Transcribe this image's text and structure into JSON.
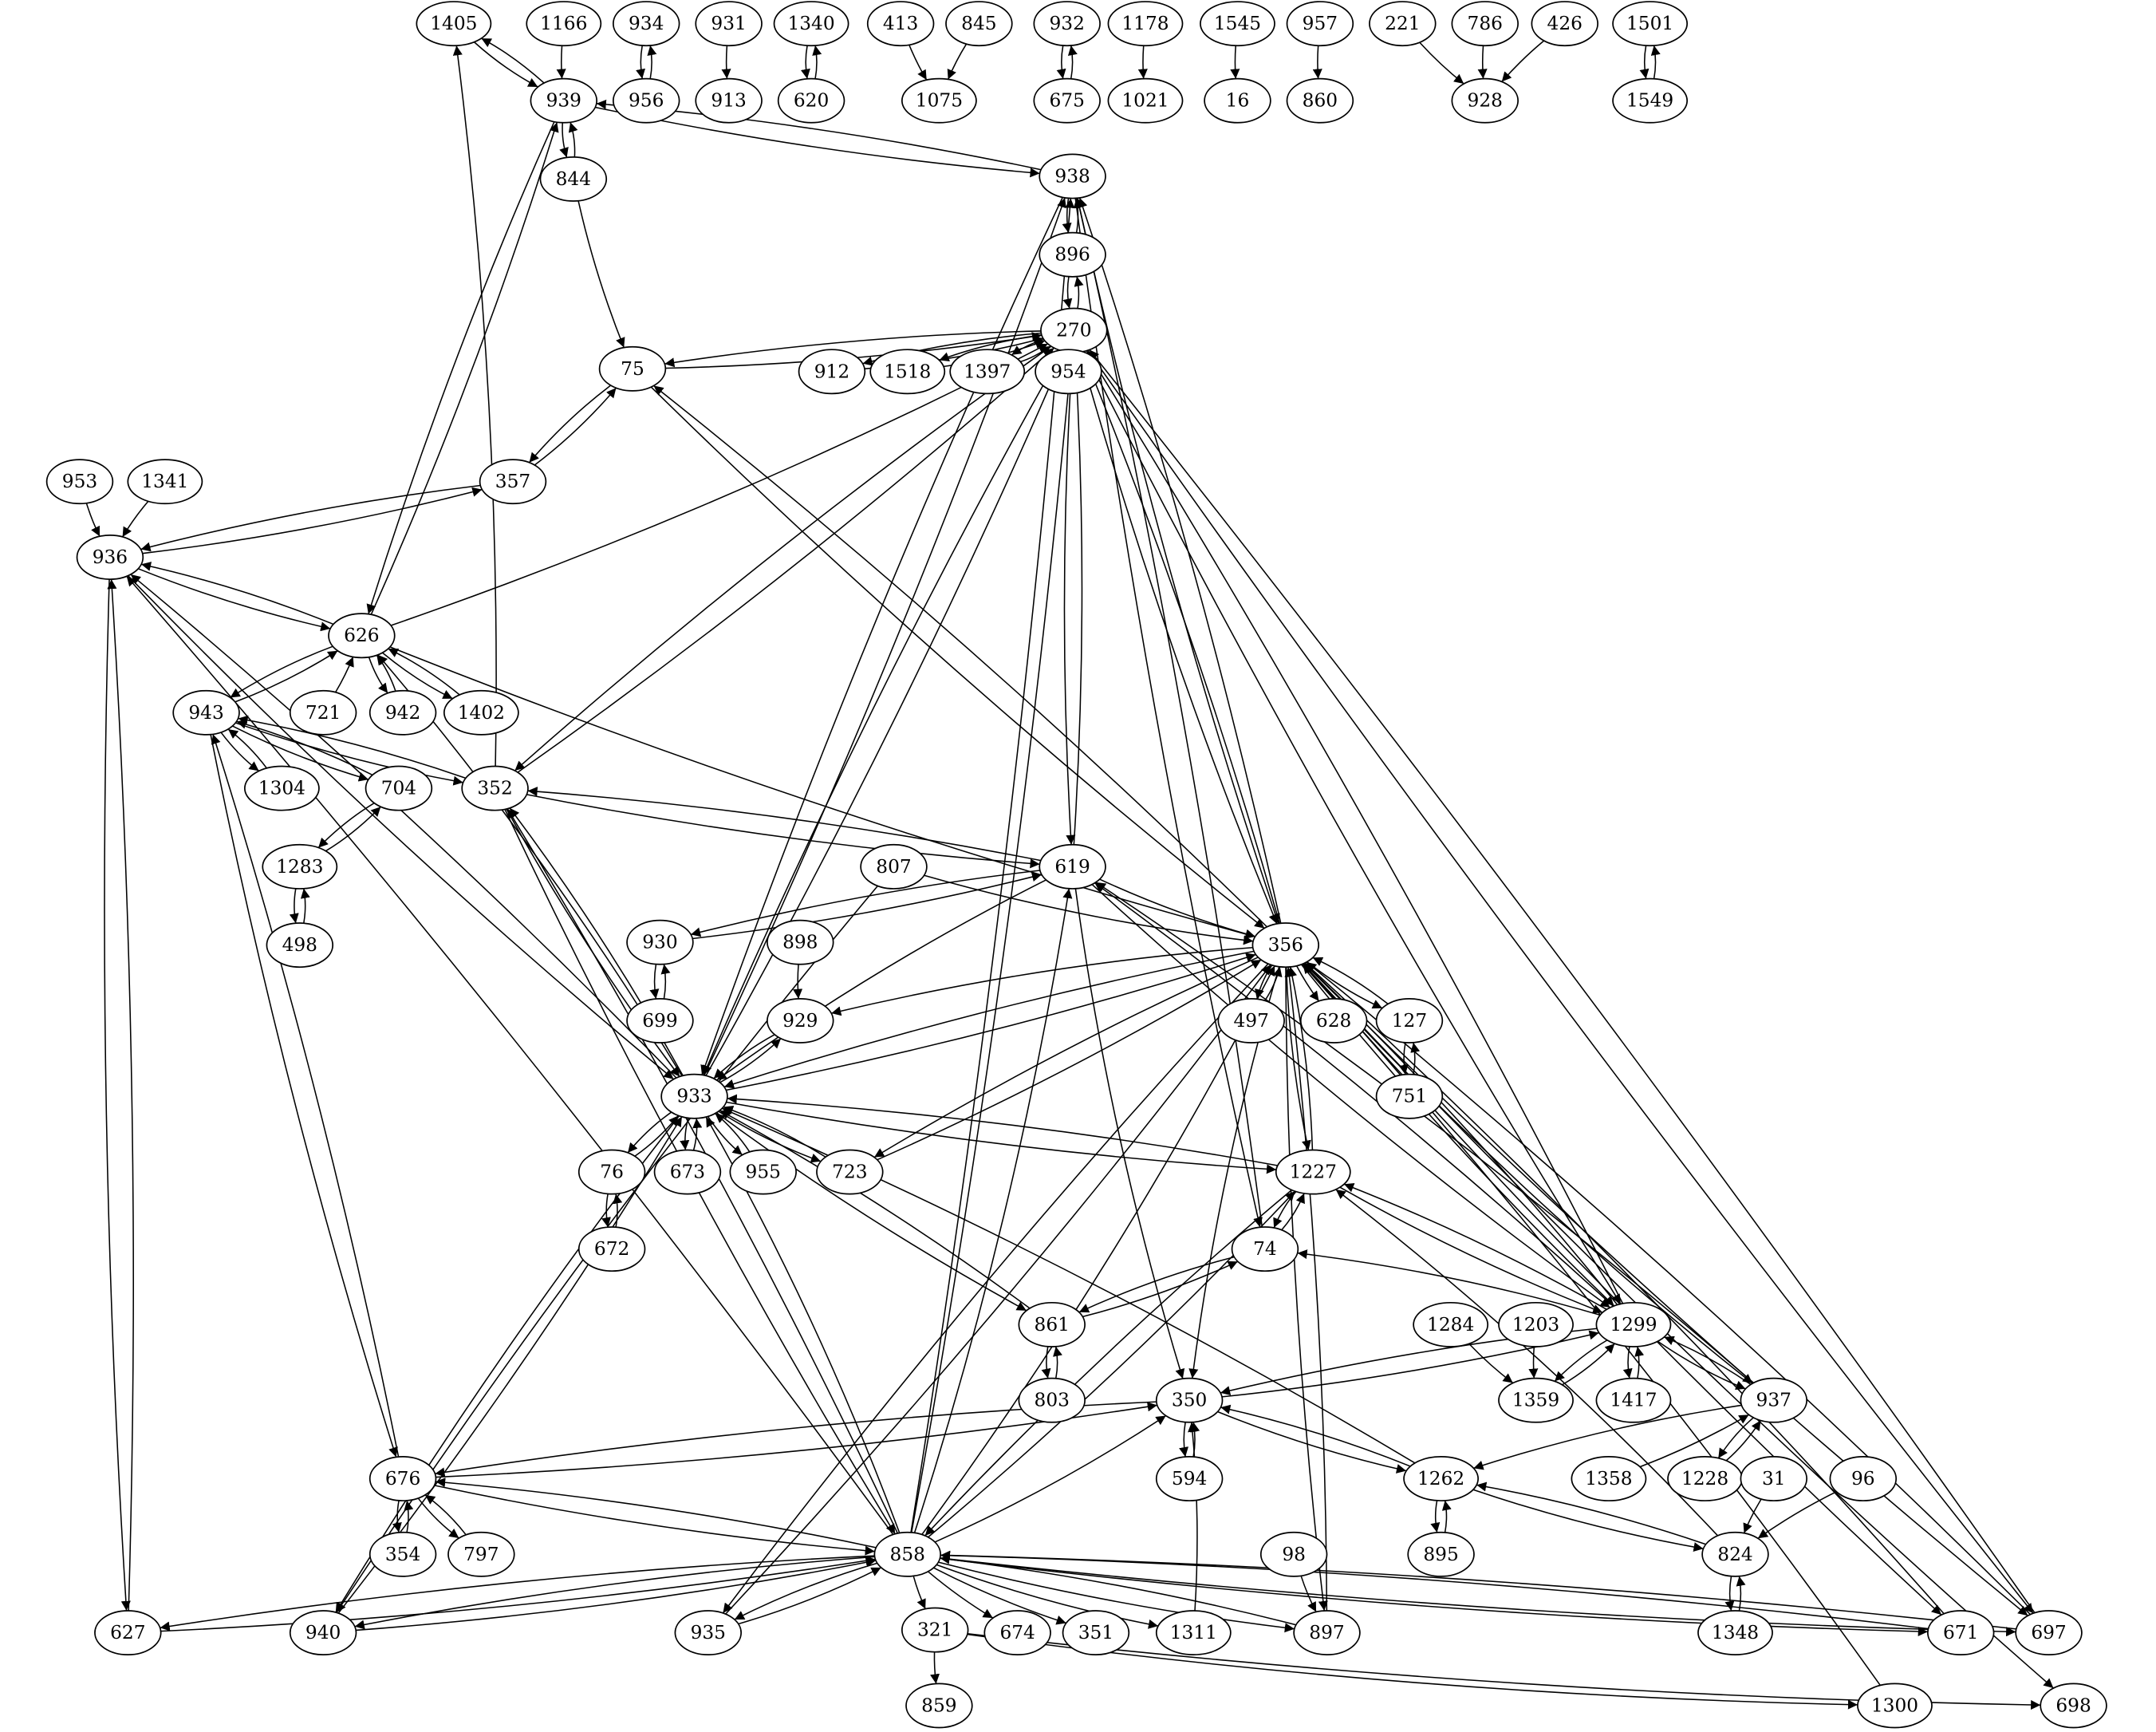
{
  "nodes": [
    "1405",
    "1166",
    "934",
    "931",
    "1340",
    "413",
    "845",
    "932",
    "1178",
    "1545",
    "957",
    "221",
    "786",
    "426",
    "1501",
    "939",
    "956",
    "913",
    "620",
    "1075",
    "675",
    "1021",
    "16",
    "860",
    "928",
    "1549",
    "844",
    "938",
    "896",
    "270",
    "75",
    "912",
    "1518",
    "1397",
    "954",
    "953",
    "1341",
    "357",
    "936",
    "626",
    "943",
    "721",
    "942",
    "1402",
    "1304",
    "704",
    "352",
    "1283",
    "807",
    "619",
    "498",
    "930",
    "898",
    "356",
    "699",
    "929",
    "497",
    "628",
    "127",
    "933",
    "751",
    "76",
    "673",
    "955",
    "723",
    "1227",
    "672",
    "74",
    "861",
    "1284",
    "1203",
    "1299",
    "803",
    "350",
    "1359",
    "1417",
    "937",
    "676",
    "594",
    "1262",
    "1358",
    "1228",
    "31",
    "96",
    "354",
    "797",
    "98",
    "895",
    "858",
    "824",
    "627",
    "940",
    "935",
    "321",
    "674",
    "351",
    "1311",
    "897",
    "1348",
    "671",
    "697",
    "859",
    "1300",
    "698"
  ],
  "edges": [
    [
      "1405",
      "939"
    ],
    [
      "939",
      "1405"
    ],
    [
      "1166",
      "939"
    ],
    [
      "934",
      "956"
    ],
    [
      "956",
      "934"
    ],
    [
      "931",
      "913"
    ],
    [
      "1340",
      "620"
    ],
    [
      "620",
      "1340"
    ],
    [
      "413",
      "1075"
    ],
    [
      "845",
      "1075"
    ],
    [
      "932",
      "675"
    ],
    [
      "675",
      "932"
    ],
    [
      "1178",
      "1021"
    ],
    [
      "1545",
      "16"
    ],
    [
      "957",
      "860"
    ],
    [
      "221",
      "928"
    ],
    [
      "786",
      "928"
    ],
    [
      "426",
      "928"
    ],
    [
      "1501",
      "1549"
    ],
    [
      "1549",
      "1501"
    ],
    [
      "939",
      "844"
    ],
    [
      "844",
      "939"
    ],
    [
      "939",
      "938"
    ],
    [
      "938",
      "939"
    ],
    [
      "844",
      "75"
    ],
    [
      "938",
      "896"
    ],
    [
      "896",
      "938"
    ],
    [
      "896",
      "270"
    ],
    [
      "270",
      "896"
    ],
    [
      "270",
      "75"
    ],
    [
      "75",
      "270"
    ],
    [
      "270",
      "912"
    ],
    [
      "912",
      "270"
    ],
    [
      "270",
      "1518"
    ],
    [
      "1518",
      "270"
    ],
    [
      "270",
      "1397"
    ],
    [
      "1397",
      "270"
    ],
    [
      "270",
      "954"
    ],
    [
      "954",
      "270"
    ],
    [
      "75",
      "357"
    ],
    [
      "357",
      "75"
    ],
    [
      "953",
      "936"
    ],
    [
      "1341",
      "936"
    ],
    [
      "936",
      "357"
    ],
    [
      "357",
      "936"
    ],
    [
      "936",
      "626"
    ],
    [
      "626",
      "936"
    ],
    [
      "626",
      "939"
    ],
    [
      "939",
      "626"
    ],
    [
      "626",
      "270"
    ],
    [
      "626",
      "943"
    ],
    [
      "943",
      "626"
    ],
    [
      "721",
      "626"
    ],
    [
      "626",
      "942"
    ],
    [
      "942",
      "626"
    ],
    [
      "626",
      "1402"
    ],
    [
      "1402",
      "626"
    ],
    [
      "943",
      "1304"
    ],
    [
      "1304",
      "943"
    ],
    [
      "943",
      "704"
    ],
    [
      "704",
      "943"
    ],
    [
      "943",
      "352"
    ],
    [
      "352",
      "943"
    ],
    [
      "352",
      "1405"
    ],
    [
      "704",
      "1283"
    ],
    [
      "1283",
      "704"
    ],
    [
      "1283",
      "498"
    ],
    [
      "498",
      "1283"
    ],
    [
      "352",
      "270"
    ],
    [
      "270",
      "352"
    ],
    [
      "352",
      "619"
    ],
    [
      "619",
      "352"
    ],
    [
      "807",
      "940"
    ],
    [
      "807",
      "356"
    ],
    [
      "619",
      "270"
    ],
    [
      "270",
      "619"
    ],
    [
      "619",
      "356"
    ],
    [
      "619",
      "930"
    ],
    [
      "930",
      "619"
    ],
    [
      "619",
      "933"
    ],
    [
      "619",
      "350"
    ],
    [
      "930",
      "699"
    ],
    [
      "699",
      "930"
    ],
    [
      "898",
      "929"
    ],
    [
      "929",
      "933"
    ],
    [
      "933",
      "929"
    ],
    [
      "356",
      "270"
    ],
    [
      "270",
      "356"
    ],
    [
      "356",
      "938"
    ],
    [
      "938",
      "356"
    ],
    [
      "356",
      "75"
    ],
    [
      "75",
      "356"
    ],
    [
      "626",
      "356"
    ],
    [
      "356",
      "497"
    ],
    [
      "497",
      "356"
    ],
    [
      "356",
      "628"
    ],
    [
      "356",
      "127"
    ],
    [
      "127",
      "356"
    ],
    [
      "127",
      "751"
    ],
    [
      "751",
      "127"
    ],
    [
      "356",
      "933"
    ],
    [
      "933",
      "356"
    ],
    [
      "356",
      "929"
    ],
    [
      "356",
      "723"
    ],
    [
      "723",
      "356"
    ],
    [
      "356",
      "1227"
    ],
    [
      "1227",
      "356"
    ],
    [
      "356",
      "1299"
    ],
    [
      "1299",
      "356"
    ],
    [
      "356",
      "937"
    ],
    [
      "356",
      "350"
    ],
    [
      "356",
      "897"
    ],
    [
      "897",
      "356"
    ],
    [
      "356",
      "671"
    ],
    [
      "671",
      "356"
    ],
    [
      "356",
      "697"
    ],
    [
      "697",
      "356"
    ],
    [
      "356",
      "698"
    ],
    [
      "1300",
      "356"
    ],
    [
      "356",
      "935"
    ],
    [
      "935",
      "356"
    ],
    [
      "933",
      "938"
    ],
    [
      "938",
      "933"
    ],
    [
      "933",
      "270"
    ],
    [
      "270",
      "933"
    ],
    [
      "933",
      "936"
    ],
    [
      "936",
      "933"
    ],
    [
      "933",
      "626"
    ],
    [
      "933",
      "352"
    ],
    [
      "352",
      "933"
    ],
    [
      "933",
      "76"
    ],
    [
      "76",
      "933"
    ],
    [
      "933",
      "673"
    ],
    [
      "673",
      "933"
    ],
    [
      "933",
      "955"
    ],
    [
      "955",
      "933"
    ],
    [
      "933",
      "723"
    ],
    [
      "723",
      "933"
    ],
    [
      "933",
      "1227"
    ],
    [
      "1227",
      "933"
    ],
    [
      "861",
      "933"
    ],
    [
      "933",
      "861"
    ],
    [
      "933",
      "940"
    ],
    [
      "940",
      "933"
    ],
    [
      "1262",
      "933"
    ],
    [
      "76",
      "672"
    ],
    [
      "672",
      "76"
    ],
    [
      "1227",
      "74"
    ],
    [
      "74",
      "1227"
    ],
    [
      "1227",
      "1299"
    ],
    [
      "1299",
      "1227"
    ],
    [
      "1227",
      "858"
    ],
    [
      "858",
      "1227"
    ],
    [
      "824",
      "1227"
    ],
    [
      "74",
      "938"
    ],
    [
      "938",
      "74"
    ],
    [
      "74",
      "861"
    ],
    [
      "861",
      "74"
    ],
    [
      "1299",
      "74"
    ],
    [
      "861",
      "803"
    ],
    [
      "803",
      "861"
    ],
    [
      "1299",
      "270"
    ],
    [
      "270",
      "1299"
    ],
    [
      "1299",
      "619"
    ],
    [
      "619",
      "1299"
    ],
    [
      "1299",
      "1359"
    ],
    [
      "1359",
      "1299"
    ],
    [
      "1299",
      "1417"
    ],
    [
      "1417",
      "1299"
    ],
    [
      "1299",
      "937"
    ],
    [
      "937",
      "1299"
    ],
    [
      "1299",
      "350"
    ],
    [
      "350",
      "1299"
    ],
    [
      "1284",
      "1359"
    ],
    [
      "1203",
      "1359"
    ],
    [
      "937",
      "619"
    ],
    [
      "937",
      "1262"
    ],
    [
      "1358",
      "937"
    ],
    [
      "937",
      "1228"
    ],
    [
      "1228",
      "937"
    ],
    [
      "350",
      "594"
    ],
    [
      "594",
      "350"
    ],
    [
      "350",
      "676"
    ],
    [
      "676",
      "350"
    ],
    [
      "1262",
      "350"
    ],
    [
      "350",
      "1262"
    ],
    [
      "1311",
      "350"
    ],
    [
      "858",
      "350"
    ],
    [
      "676",
      "943"
    ],
    [
      "943",
      "676"
    ],
    [
      "676",
      "354"
    ],
    [
      "354",
      "676"
    ],
    [
      "676",
      "797"
    ],
    [
      "797",
      "676"
    ],
    [
      "676",
      "858"
    ],
    [
      "858",
      "676"
    ],
    [
      "1262",
      "895"
    ],
    [
      "895",
      "1262"
    ],
    [
      "1262",
      "824"
    ],
    [
      "824",
      "1262"
    ],
    [
      "31",
      "824"
    ],
    [
      "96",
      "824"
    ],
    [
      "824",
      "1348"
    ],
    [
      "1348",
      "824"
    ],
    [
      "858",
      "936"
    ],
    [
      "858",
      "938"
    ],
    [
      "858",
      "270"
    ],
    [
      "858",
      "352"
    ],
    [
      "352",
      "858"
    ],
    [
      "858",
      "619"
    ],
    [
      "858",
      "356"
    ],
    [
      "858",
      "933"
    ],
    [
      "858",
      "627"
    ],
    [
      "627",
      "858"
    ],
    [
      "858",
      "940"
    ],
    [
      "940",
      "858"
    ],
    [
      "858",
      "935"
    ],
    [
      "935",
      "858"
    ],
    [
      "858",
      "321"
    ],
    [
      "858",
      "674"
    ],
    [
      "858",
      "351"
    ],
    [
      "858",
      "1311"
    ],
    [
      "858",
      "897"
    ],
    [
      "897",
      "858"
    ],
    [
      "858",
      "671"
    ],
    [
      "671",
      "858"
    ],
    [
      "858",
      "697"
    ],
    [
      "697",
      "858"
    ],
    [
      "697",
      "270"
    ],
    [
      "270",
      "697"
    ],
    [
      "936",
      "627"
    ],
    [
      "627",
      "936"
    ],
    [
      "98",
      "897"
    ],
    [
      "321",
      "859"
    ],
    [
      "321",
      "1300"
    ],
    [
      "321",
      "698"
    ]
  ]
}
